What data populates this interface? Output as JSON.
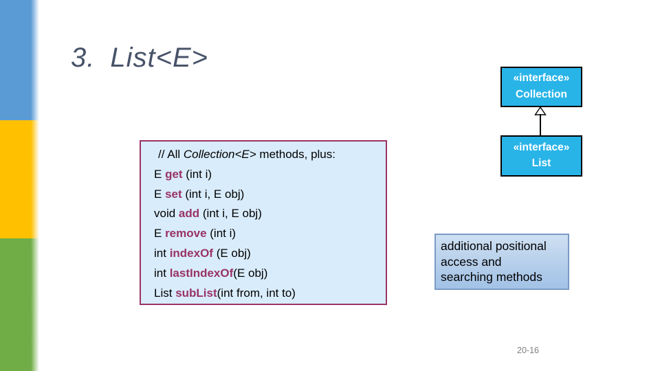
{
  "slide": {
    "title_number": "3.",
    "title_text": "List<E>",
    "page_number": "20-16"
  },
  "uml": {
    "collection": {
      "stereotype": "«interface»",
      "name": "Collection"
    },
    "list": {
      "stereotype": "«interface»",
      "name": "List"
    },
    "relationship": "generalization-arrow"
  },
  "code_box": {
    "comment": {
      "prefix": "// All ",
      "italic": "Collection<E>",
      "suffix": " methods, plus:"
    },
    "lines": [
      {
        "pre": "E ",
        "kw": "get",
        "post": " (int i)"
      },
      {
        "pre": "E ",
        "kw": "set",
        "post": " (int i, E obj)"
      },
      {
        "pre": "void ",
        "kw": "add",
        "post": " (int i, E obj)"
      },
      {
        "pre": "E ",
        "kw": "remove",
        "post": " (int i)"
      },
      {
        "pre": "int ",
        "kw": "indexOf",
        "post": " (E obj)"
      },
      {
        "pre": "int ",
        "kw": "lastIndexOf",
        "post": "(E obj)"
      },
      {
        "pre": "List ",
        "kw": "subList",
        "post": "(int from, int to)"
      }
    ]
  },
  "callout": {
    "lines": [
      "additional positional",
      "access and",
      "searching methods"
    ]
  },
  "colors": {
    "bar_blue": "#5b9bd5",
    "bar_yellow": "#ffc000",
    "bar_green": "#70ad47",
    "uml_fill": "#29b4e8",
    "uml_text": "#ffffff",
    "code_background": "#d9ecfb",
    "code_border": "#993366",
    "keyword": "#993366",
    "callout_fill_top": "#cfe0f2",
    "callout_fill_bottom": "#a2c2e6",
    "callout_border": "#7a9ac6",
    "title_text": "#485369",
    "footer_text": "#7f7f7f"
  }
}
